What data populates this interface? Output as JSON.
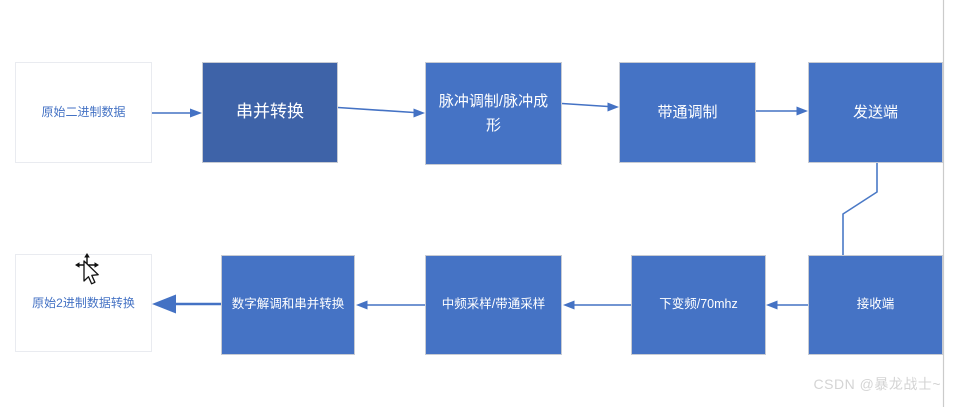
{
  "diagram": {
    "nodes": {
      "source": {
        "label": "原始二进制数据"
      },
      "serial": {
        "label": "串并转换"
      },
      "pulse": {
        "label": "脉冲调制/脉冲成形"
      },
      "bandpass": {
        "label": "带通调制"
      },
      "transmit": {
        "label": "发送端"
      },
      "receive": {
        "label": "接收端"
      },
      "downconv": {
        "label": "下变频/70mhz"
      },
      "ifsamp": {
        "label": "中频采样/带通采样"
      },
      "demod": {
        "label": "数字解调和串并转换"
      },
      "output": {
        "label": "原始2进制数据转换"
      }
    },
    "flow_top": [
      "原始二进制数据",
      "串并转换",
      "脉冲调制/脉冲成形",
      "带通调制",
      "发送端"
    ],
    "flow_bottom": [
      "接收端",
      "下变频/70mhz",
      "中频采样/带通采样",
      "数字解调和串并转换",
      "原始2进制数据转换"
    ],
    "colors": {
      "node_fill": "#4573C5",
      "node_fill_dark": "#3E63A8",
      "node_border": "#C7CBD3",
      "node_text": "#FFFFFF",
      "plain_node_text": "#4472C4",
      "arrow": "#4472C4",
      "canvas_edge_line": "#CBCBCB",
      "watermark_text": "#D4D4D4"
    }
  },
  "watermark": {
    "text": "CSDN @暴龙战士~"
  }
}
